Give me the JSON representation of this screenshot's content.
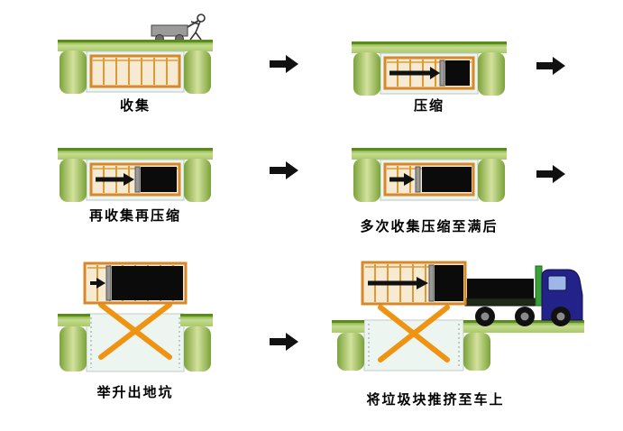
{
  "steps": [
    {
      "label": "收集"
    },
    {
      "label": "压缩"
    },
    {
      "label": "再收集再压缩"
    },
    {
      "label": "多次收集压缩至满后"
    },
    {
      "label": "举升出地坑"
    },
    {
      "label": "将垃圾块推挤至车上"
    }
  ],
  "flow": {
    "arrow_icon": "right-arrow"
  },
  "colors": {
    "ground_green": "#aecb6f",
    "ground_edge": "#5d8a1d",
    "pillar_green": "#7ca23a",
    "pit_fill": "#ecf5f0",
    "container_orange": "#d7882a",
    "container_fill": "#f7ead2",
    "waste_black": "#0b0b0b",
    "piston_gray": "#9a9a9a",
    "scissor_orange": "#ef9412",
    "truck_blue": "#232288",
    "arrow_black": "#111111"
  }
}
